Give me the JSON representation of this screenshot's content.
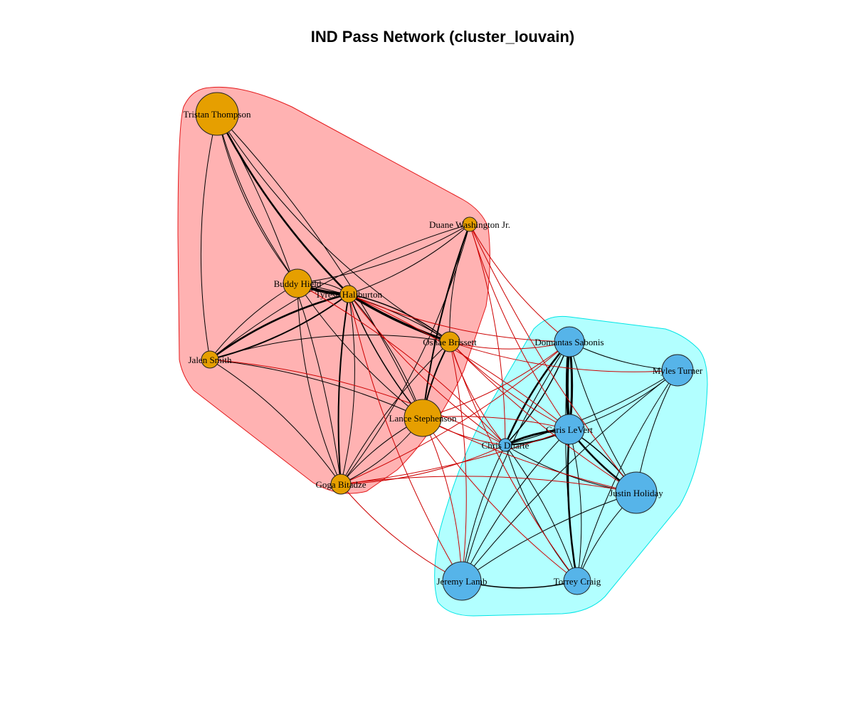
{
  "title": "IND Pass Network (cluster_louvain)",
  "colors": {
    "group_a_node": "#E69F00",
    "group_b_node": "#56B4E9",
    "group_a_hull_fill": "#FFB2B2",
    "group_a_hull_stroke": "#E41A1C",
    "group_b_hull_fill": "#B2FFFF",
    "group_b_hull_stroke": "#00E5E5",
    "intra_edge": "#000000",
    "cross_edge": "#CC0000"
  },
  "chart_data": {
    "type": "network",
    "communities": [
      {
        "id": "A",
        "members": [
          "Tristan Thompson",
          "Duane Washington Jr.",
          "Buddy Hield",
          "Tyrese Haliburton",
          "Oshae Brissett",
          "Jalen Smith",
          "Lance Stephenson",
          "Goga Bitadze"
        ]
      },
      {
        "id": "B",
        "members": [
          "Domantas Sabonis",
          "Myles Turner",
          "Caris LeVert",
          "Chris Duarte",
          "Justin Holiday",
          "Jeremy Lamb",
          "Torrey Craig"
        ]
      }
    ],
    "nodes": [
      {
        "name": "Tristan Thompson",
        "community": "A",
        "size": 30
      },
      {
        "name": "Duane Washington Jr.",
        "community": "A",
        "size": 10
      },
      {
        "name": "Buddy Hield",
        "community": "A",
        "size": 20
      },
      {
        "name": "Tyrese Haliburton",
        "community": "A",
        "size": 12
      },
      {
        "name": "Oshae Brissett",
        "community": "A",
        "size": 14
      },
      {
        "name": "Jalen Smith",
        "community": "A",
        "size": 12
      },
      {
        "name": "Lance Stephenson",
        "community": "A",
        "size": 26
      },
      {
        "name": "Goga Bitadze",
        "community": "A",
        "size": 14
      },
      {
        "name": "Domantas Sabonis",
        "community": "B",
        "size": 21
      },
      {
        "name": "Myles Turner",
        "community": "B",
        "size": 22
      },
      {
        "name": "Caris LeVert",
        "community": "B",
        "size": 21
      },
      {
        "name": "Chris Duarte",
        "community": "B",
        "size": 9
      },
      {
        "name": "Justin Holiday",
        "community": "B",
        "size": 29
      },
      {
        "name": "Jeremy Lamb",
        "community": "B",
        "size": 27
      },
      {
        "name": "Torrey Craig",
        "community": "B",
        "size": 19
      }
    ],
    "edges": [
      [
        "Tristan Thompson",
        "Tyrese Haliburton",
        2.5,
        0.08
      ],
      [
        "Tristan Thompson",
        "Buddy Hield",
        1,
        0.1
      ],
      [
        "Tristan Thompson",
        "Oshae Brissett",
        1,
        0.12
      ],
      [
        "Tristan Thompson",
        "Jalen Smith",
        1,
        0.1
      ],
      [
        "Tristan Thompson",
        "Goga Bitadze",
        1,
        -0.1
      ],
      [
        "Tristan Thompson",
        "Lance Stephenson",
        1,
        -0.08
      ],
      [
        "Buddy Hield",
        "Tyrese Haliburton",
        4,
        0.1
      ],
      [
        "Buddy Hield",
        "Tyrese Haliburton",
        1,
        -0.2
      ],
      [
        "Buddy Hield",
        "Jalen Smith",
        1,
        0.1
      ],
      [
        "Buddy Hield",
        "Lance Stephenson",
        1,
        0.08
      ],
      [
        "Buddy Hield",
        "Goga Bitadze",
        1,
        0.1
      ],
      [
        "Buddy Hield",
        "Oshae Brissett",
        1,
        -0.1
      ],
      [
        "Buddy Hield",
        "Duane Washington Jr.",
        1,
        0.1
      ],
      [
        "Buddy Hield",
        "Tristan Thompson",
        1,
        -0.12
      ],
      [
        "Tyrese Haliburton",
        "Oshae Brissett",
        3.5,
        0.06
      ],
      [
        "Tyrese Haliburton",
        "Oshae Brissett",
        1.5,
        -0.12
      ],
      [
        "Tyrese Haliburton",
        "Jalen Smith",
        2.5,
        0.1
      ],
      [
        "Tyrese Haliburton",
        "Jalen Smith",
        2,
        -0.1
      ],
      [
        "Tyrese Haliburton",
        "Lance Stephenson",
        1.5,
        0.08
      ],
      [
        "Tyrese Haliburton",
        "Lance Stephenson",
        1,
        -0.1
      ],
      [
        "Tyrese Haliburton",
        "Goga Bitadze",
        2,
        0.06
      ],
      [
        "Tyrese Haliburton",
        "Goga Bitadze",
        1,
        -0.1
      ],
      [
        "Tyrese Haliburton",
        "Duane Washington Jr.",
        1,
        0.1
      ],
      [
        "Duane Washington Jr.",
        "Lance Stephenson",
        2,
        0.06
      ],
      [
        "Duane Washington Jr.",
        "Oshae Brissett",
        1,
        0.1
      ],
      [
        "Duane Washington Jr.",
        "Goga Bitadze",
        1,
        -0.1
      ],
      [
        "Duane Washington Jr.",
        "Jalen Smith",
        1,
        0.1
      ],
      [
        "Oshae Brissett",
        "Lance Stephenson",
        2,
        0.08
      ],
      [
        "Oshae Brissett",
        "Goga Bitadze",
        1,
        0.08
      ],
      [
        "Oshae Brissett",
        "Jalen Smith",
        1,
        0.12
      ],
      [
        "Jalen Smith",
        "Lance Stephenson",
        1,
        -0.08
      ],
      [
        "Jalen Smith",
        "Goga Bitadze",
        1,
        -0.1
      ],
      [
        "Lance Stephenson",
        "Goga Bitadze",
        1,
        0.1
      ],
      [
        "Lance Stephenson",
        "Goga Bitadze",
        1,
        -0.12
      ],
      [
        "Domantas Sabonis",
        "Caris LeVert",
        4,
        0.05
      ],
      [
        "Domantas Sabonis",
        "Caris LeVert",
        3,
        -0.06
      ],
      [
        "Domantas Sabonis",
        "Chris Duarte",
        2.5,
        0.08
      ],
      [
        "Domantas Sabonis",
        "Chris Duarte",
        1.5,
        -0.1
      ],
      [
        "Domantas Sabonis",
        "Myles Turner",
        1,
        0.1
      ],
      [
        "Domantas Sabonis",
        "Justin Holiday",
        1,
        0.08
      ],
      [
        "Domantas Sabonis",
        "Torrey Craig",
        1,
        0.06
      ],
      [
        "Domantas Sabonis",
        "Jeremy Lamb",
        1,
        0.08
      ],
      [
        "Caris LeVert",
        "Chris Duarte",
        3,
        0.1
      ],
      [
        "Caris LeVert",
        "Chris Duarte",
        2,
        -0.1
      ],
      [
        "Caris LeVert",
        "Justin Holiday",
        2.5,
        0.08
      ],
      [
        "Caris LeVert",
        "Justin Holiday",
        1.5,
        -0.1
      ],
      [
        "Caris LeVert",
        "Torrey Craig",
        2.5,
        0.06
      ],
      [
        "Caris LeVert",
        "Torrey Craig",
        1,
        -0.1
      ],
      [
        "Caris LeVert",
        "Myles Turner",
        1,
        0.1
      ],
      [
        "Caris LeVert",
        "Jeremy Lamb",
        1,
        0.08
      ],
      [
        "Chris Duarte",
        "Myles Turner",
        1,
        0.08
      ],
      [
        "Chris Duarte",
        "Justin Holiday",
        1,
        0.1
      ],
      [
        "Chris Duarte",
        "Jeremy Lamb",
        1,
        0.08
      ],
      [
        "Chris Duarte",
        "Torrey Craig",
        1,
        -0.08
      ],
      [
        "Chris Duarte",
        "Torrey Craig",
        1,
        0.1
      ],
      [
        "Myles Turner",
        "Justin Holiday",
        1,
        0.08
      ],
      [
        "Myles Turner",
        "Torrey Craig",
        1,
        0.08
      ],
      [
        "Myles Turner",
        "Jeremy Lamb",
        1,
        0.06
      ],
      [
        "Justin Holiday",
        "Torrey Craig",
        1,
        0.1
      ],
      [
        "Justin Holiday",
        "Jeremy Lamb",
        1,
        0.08
      ],
      [
        "Jeremy Lamb",
        "Torrey Craig",
        1.5,
        0.12
      ],
      [
        "Goga Bitadze",
        "Jeremy Lamb",
        1,
        0.1
      ],
      [
        "Goga Bitadze",
        "Caris LeVert",
        1,
        0.06
      ],
      [
        "Goga Bitadze",
        "Domantas Sabonis",
        1,
        0.08
      ],
      [
        "Goga Bitadze",
        "Chris Duarte",
        1,
        0.1
      ],
      [
        "Lance Stephenson",
        "Chris Duarte",
        1,
        0.1
      ],
      [
        "Lance Stephenson",
        "Caris LeVert",
        1,
        -0.08
      ],
      [
        "Lance Stephenson",
        "Justin Holiday",
        1,
        0.06
      ],
      [
        "Lance Stephenson",
        "Torrey Craig",
        1,
        0.08
      ],
      [
        "Lance Stephenson",
        "Jeremy Lamb",
        1,
        -0.1
      ],
      [
        "Lance Stephenson",
        "Domantas Sabonis",
        1,
        0.1
      ],
      [
        "Oshae Brissett",
        "Domantas Sabonis",
        1,
        0.12
      ],
      [
        "Oshae Brissett",
        "Chris Duarte",
        1,
        0.1
      ],
      [
        "Oshae Brissett",
        "Caris LeVert",
        1,
        0.08
      ],
      [
        "Oshae Brissett",
        "Justin Holiday",
        1,
        0.06
      ],
      [
        "Oshae Brissett",
        "Torrey Craig",
        1,
        0.08
      ],
      [
        "Oshae Brissett",
        "Jeremy Lamb",
        1,
        -0.08
      ],
      [
        "Oshae Brissett",
        "Myles Turner",
        1,
        0.1
      ],
      [
        "Duane Washington Jr.",
        "Domantas Sabonis",
        1,
        0.1
      ],
      [
        "Duane Washington Jr.",
        "Caris LeVert",
        1,
        0.08
      ],
      [
        "Duane Washington Jr.",
        "Chris Duarte",
        1,
        -0.08
      ],
      [
        "Duane Washington Jr.",
        "Justin Holiday",
        1,
        0.06
      ],
      [
        "Tyrese Haliburton",
        "Chris Duarte",
        1,
        0.08
      ],
      [
        "Tyrese Haliburton",
        "Domantas Sabonis",
        1,
        0.1
      ],
      [
        "Tyrese Haliburton",
        "Caris LeVert",
        1,
        -0.06
      ],
      [
        "Tyrese Haliburton",
        "Jeremy Lamb",
        1,
        0.08
      ],
      [
        "Buddy Hield",
        "Chris Duarte",
        1,
        -0.08
      ],
      [
        "Jalen Smith",
        "Chris Duarte",
        1,
        -0.1
      ],
      [
        "Goga Bitadze",
        "Justin Holiday",
        1,
        -0.08
      ]
    ]
  }
}
